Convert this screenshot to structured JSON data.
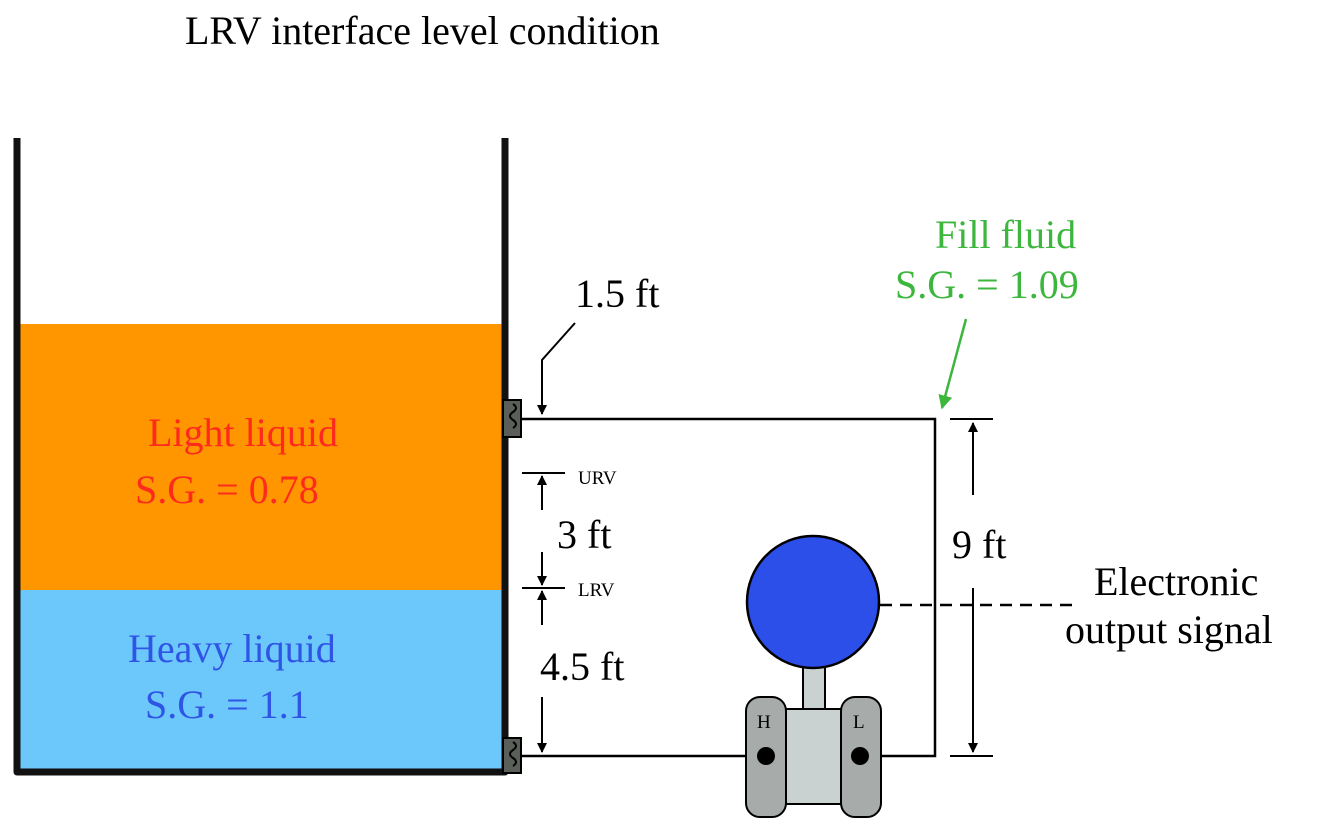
{
  "title": "LRV interface level condition",
  "light_liquid": {
    "label": "Light liquid",
    "sg": "S.G. = 0.78",
    "fill_color": "#FF9600",
    "text_color": "#FF2A1E"
  },
  "heavy_liquid": {
    "label": "Heavy liquid",
    "sg": "S.G. = 1.1",
    "fill_color": "#6CC8FA",
    "text_color": "#2F55E6"
  },
  "fill_fluid": {
    "label": "Fill fluid",
    "sg": "S.G. = 1.09",
    "color": "#3DB63D"
  },
  "dimensions": {
    "top_tap_offset": "1.5 ft",
    "span": "3 ft",
    "lrv_height": "4.5 ft",
    "tap_separation": "9 ft"
  },
  "markers": {
    "urv": "URV",
    "lrv": "LRV"
  },
  "transmitter": {
    "high_port": "H",
    "low_port": "L",
    "head_color": "#2C4FEA"
  },
  "output_signal": {
    "line1": "Electronic",
    "line2": "output signal"
  }
}
